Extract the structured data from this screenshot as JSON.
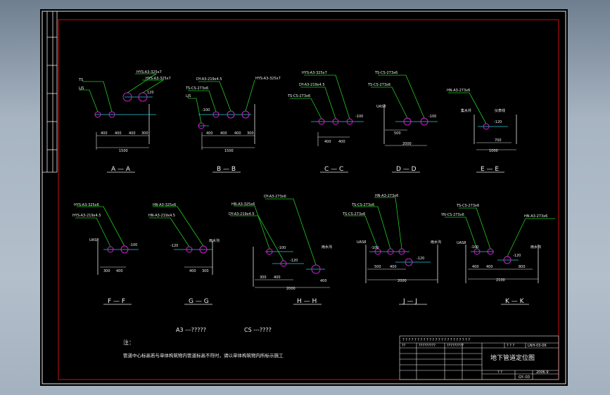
{
  "colors": {
    "background": "#000000",
    "frame": "#e8e8e8",
    "border_red": "#d01010",
    "leader_green": "#22cc22",
    "pipe_magenta": "#d020d0",
    "axis_cyan": "#20c8d8",
    "text_white": "#f0f0f0"
  },
  "sections": {
    "A": {
      "label": "A — A",
      "callouts": [
        "TS",
        "LJS",
        "HYS-A3-325x7",
        "HYS-A3-325x7",
        "120"
      ],
      "dims": [
        "400",
        "400",
        "400",
        "300"
      ],
      "total": "1500"
    },
    "B": {
      "label": "B — B",
      "callouts": [
        "DY-A3-219x4.5",
        "HYS-A3-325x7",
        "TS-CS-273x6",
        "LJS",
        "-100"
      ],
      "dims": [
        "400",
        "400",
        "400",
        "300"
      ],
      "total": "1500"
    },
    "C": {
      "label": "C — C",
      "callouts": [
        "HYS-A3-325x7",
        "DY-A3-219x4.5",
        "TS-CS-273x6",
        "-100"
      ],
      "dims": [
        "400",
        "400"
      ]
    },
    "D": {
      "label": "D — D",
      "callouts": [
        "TS-CS-273x6",
        "TS-CS-273x6",
        "UAS8",
        "-100"
      ],
      "dims": [
        "500"
      ],
      "total": "2000"
    },
    "E": {
      "label": "E — E",
      "callouts": [
        "HN-A3-273x6",
        "集水井",
        "-120",
        "仪表线"
      ],
      "dims": [
        "700"
      ],
      "total": "1000"
    },
    "F": {
      "label": "F — F",
      "callouts": [
        "HYS-A3-325x6",
        "HYS-A3-219x4.5",
        "UAS8",
        "-100"
      ],
      "dims": [
        "300",
        "400"
      ]
    },
    "G": {
      "label": "G — G",
      "callouts": [
        "HN-A3-325x6",
        "HN-A3-219x4.5",
        "-120",
        "雨水沟"
      ],
      "dims": [
        "400",
        "300"
      ]
    },
    "H": {
      "label": "H — H",
      "callouts": [
        "DY-A3-273x6",
        "HN-A3-325x6",
        "DY-A3-219x4.5",
        "-100",
        "-120",
        "雨水沟"
      ],
      "dims": [
        "300",
        "400",
        "400"
      ],
      "total": "2000"
    },
    "J": {
      "label": "J — J",
      "callouts": [
        "HN-A3-273x6",
        "TS-CS-273x6",
        "TS-CS-273x6",
        "UAS8",
        "-100",
        "-120",
        "雨水沟"
      ],
      "dims": [
        "500",
        "400"
      ],
      "total": "2000"
    },
    "K": {
      "label": "K — K",
      "callouts": [
        "TS-CS-273x6",
        "YN-CS-273x6",
        "HN-A3-273x6",
        "UAS8",
        "-100",
        "-120",
        "雨水沟"
      ],
      "dims": [
        "400",
        "400",
        "800"
      ],
      "total": "2100"
    }
  },
  "legend": {
    "a3": "A3 ---?????",
    "cs": "CS ---????"
  },
  "notes": {
    "title": "注：",
    "body": "管道中心标高若与单体构筑物内管道标高不符时，请以单体构筑物内所标示施工"
  },
  "titleblock": {
    "row1": "? ? ? ? ? ? ? ? ? ? ? ? ? ? ? ? ? ? ? ? ? ? ?",
    "cells": [
      "??",
      "?????????",
      "?????????",
      "? ? ?",
      "LNH-03-06"
    ],
    "drawing_name": "地下管道定位图",
    "number": "GY--03",
    "date": "2006.9",
    "page": "? ?"
  }
}
